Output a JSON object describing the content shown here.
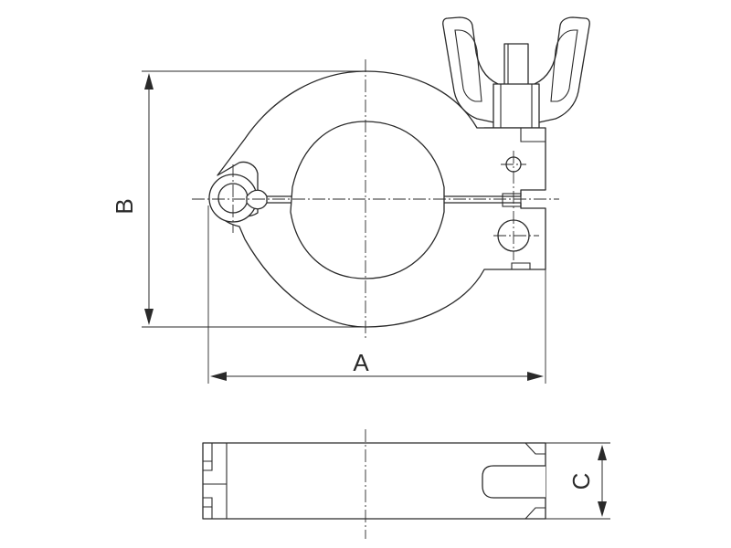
{
  "dimensions": {
    "a_label": "A",
    "b_label": "B",
    "c_label": "C"
  },
  "colors": {
    "line": "#2a2a2a",
    "background": "#ffffff"
  }
}
